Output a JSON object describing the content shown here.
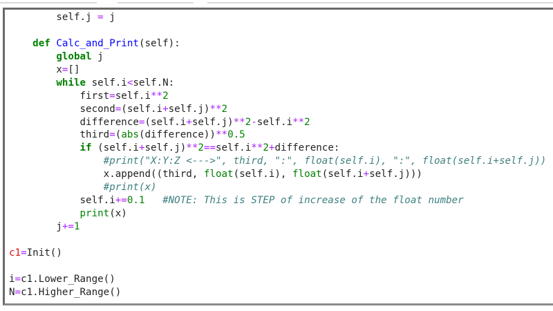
{
  "code_lines": [
    [
      [
        "        self.j ",
        ""
      ],
      [
        "=",
        "op"
      ],
      [
        " j",
        ""
      ]
    ],
    [],
    [
      [
        "    ",
        ""
      ],
      [
        "def",
        "kw"
      ],
      [
        " ",
        ""
      ],
      [
        "Calc_and_Print",
        "fn"
      ],
      [
        "(self):",
        ""
      ]
    ],
    [
      [
        "        ",
        ""
      ],
      [
        "global",
        "kw"
      ],
      [
        " j",
        ""
      ]
    ],
    [
      [
        "        x",
        ""
      ],
      [
        "=",
        "op"
      ],
      [
        "[]",
        ""
      ]
    ],
    [
      [
        "        ",
        ""
      ],
      [
        "while",
        "kw"
      ],
      [
        " self.i",
        ""
      ],
      [
        "<",
        "op"
      ],
      [
        "self.N:",
        ""
      ]
    ],
    [
      [
        "            first",
        ""
      ],
      [
        "=",
        "op"
      ],
      [
        "self.i",
        ""
      ],
      [
        "**",
        "op"
      ],
      [
        "2",
        "num"
      ]
    ],
    [
      [
        "            second",
        ""
      ],
      [
        "=",
        "op"
      ],
      [
        "(self.i",
        ""
      ],
      [
        "+",
        "op"
      ],
      [
        "self.j)",
        ""
      ],
      [
        "**",
        "op"
      ],
      [
        "2",
        "num"
      ]
    ],
    [
      [
        "            difference",
        ""
      ],
      [
        "=",
        "op"
      ],
      [
        "(self.i",
        ""
      ],
      [
        "+",
        "op"
      ],
      [
        "self.j)",
        ""
      ],
      [
        "**",
        "op"
      ],
      [
        "2",
        "num"
      ],
      [
        "-",
        "op"
      ],
      [
        "self.i",
        ""
      ],
      [
        "**",
        "op"
      ],
      [
        "2",
        "num"
      ]
    ],
    [
      [
        "            third",
        ""
      ],
      [
        "=",
        "op"
      ],
      [
        "(",
        ""
      ],
      [
        "abs",
        "bi"
      ],
      [
        "(difference))",
        ""
      ],
      [
        "**",
        "op"
      ],
      [
        "0.5",
        "num"
      ]
    ],
    [
      [
        "            ",
        ""
      ],
      [
        "if",
        "kw"
      ],
      [
        " (self.i",
        ""
      ],
      [
        "+",
        "op"
      ],
      [
        "self.j)",
        ""
      ],
      [
        "**",
        "op"
      ],
      [
        "2",
        "num"
      ],
      [
        "==",
        "op"
      ],
      [
        "self.i",
        ""
      ],
      [
        "**",
        "op"
      ],
      [
        "2",
        "num"
      ],
      [
        "+",
        "op"
      ],
      [
        "difference:",
        ""
      ]
    ],
    [
      [
        "                ",
        ""
      ],
      [
        "#print(\"X:Y:Z <--->\", third, \":\", float(self.i), \":\", float(self.i+self.j))",
        "cm"
      ]
    ],
    [
      [
        "                x.append((third, ",
        ""
      ],
      [
        "float",
        "bi"
      ],
      [
        "(self.i), ",
        ""
      ],
      [
        "float",
        "bi"
      ],
      [
        "(self.i",
        ""
      ],
      [
        "+",
        "op"
      ],
      [
        "self.j)))",
        ""
      ]
    ],
    [
      [
        "                ",
        ""
      ],
      [
        "#print(x)",
        "cm"
      ]
    ],
    [
      [
        "            self.i",
        ""
      ],
      [
        "+=",
        "op"
      ],
      [
        "0.1",
        "num"
      ],
      [
        "   ",
        ""
      ],
      [
        "#NOTE: This is STEP of increase of the float number",
        "cm"
      ]
    ],
    [
      [
        "            ",
        ""
      ],
      [
        "print",
        "bi"
      ],
      [
        "(x)",
        ""
      ]
    ],
    [
      [
        "        j",
        ""
      ],
      [
        "+=",
        "op"
      ],
      [
        "1",
        "num"
      ]
    ],
    [],
    [
      [
        "c1",
        "var"
      ],
      [
        "=",
        "op"
      ],
      [
        "Init()",
        ""
      ]
    ],
    [],
    [
      [
        "i",
        ""
      ],
      [
        "=",
        "op"
      ],
      [
        "c1.Lower_Range()",
        ""
      ]
    ],
    [
      [
        "N",
        ""
      ],
      [
        "=",
        "op"
      ],
      [
        "c1.Higher_Range()",
        ""
      ]
    ]
  ]
}
